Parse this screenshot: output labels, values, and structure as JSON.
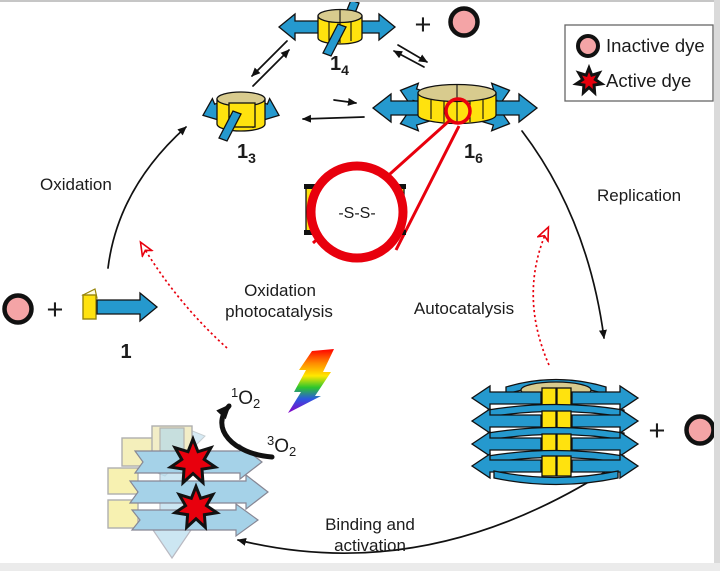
{
  "figure": {
    "type": "supramolecular-replication-cycle-diagram"
  },
  "legend": {
    "items": [
      {
        "icon": "inactive-dye-circle",
        "label": "Inactive dye"
      },
      {
        "icon": "active-dye-star",
        "label": "Active dye"
      }
    ]
  },
  "labels": {
    "oxidation": "Oxidation",
    "replication": "Replication",
    "photocatalysis_line1": "Oxidation",
    "photocatalysis_line2": "photocatalysis",
    "autocatalysis": "Autocatalysis",
    "binding_line1": "Binding and",
    "binding_line2": "activation"
  },
  "species": {
    "monomer": {
      "base": "1"
    },
    "trimer": {
      "base": "1",
      "sub": "3"
    },
    "tetramer": {
      "base": "1",
      "sub": "4"
    },
    "hexamer": {
      "base": "1",
      "sub": "6"
    }
  },
  "chemistry": {
    "disulfide_bond": "-S-S-",
    "singlet_oxygen": {
      "sup": "1",
      "base": "O",
      "sub": "2"
    },
    "triplet_oxygen": {
      "sup": "3",
      "base": "O",
      "sub": "2"
    },
    "plus": "+"
  },
  "colors": {
    "arrow_blue": "#2599CE",
    "block_yellow": "#FFE20E",
    "cylinder_tan": "#D8CB8E",
    "inactive_dye_pink": "#F4A4A6",
    "active_dye_red": "#E8000D",
    "highlight_red": "#E8000D",
    "outline": "#111111"
  }
}
